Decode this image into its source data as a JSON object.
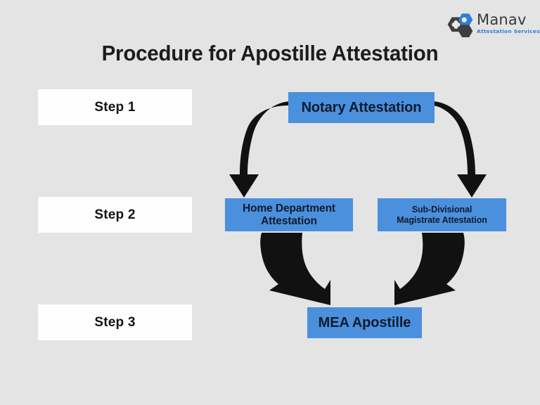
{
  "slide": {
    "background_color": "#e4e4e4",
    "title": "Procedure for Apostille Attestation",
    "title_color": "#1c1c1c",
    "accent_color": "#4a90dd",
    "box_text_color": "#111a2e",
    "step_box_color": "#fefefe",
    "arrow_color": "#111111"
  },
  "logo": {
    "name": "Manav",
    "tagline": "Attestation Services",
    "mark_name": "manav-hexagon-logo-icon",
    "mark_dark_color": "#3f3f3f",
    "mark_blue_color": "#2f7fd1",
    "name_color": "#3a3a3a",
    "tagline_color": "#2f7fd1"
  },
  "steps": [
    {
      "id": "step-1",
      "label": "Step 1"
    },
    {
      "id": "step-2",
      "label": "Step 2"
    },
    {
      "id": "step-3",
      "label": "Step 3"
    }
  ],
  "flow": {
    "notary": {
      "label": "Notary Attestation"
    },
    "home_department": {
      "line1": "Home Department",
      "line2": "Attestation"
    },
    "sub_divisional": {
      "line1": "Sub-Divisional",
      "line2": "Magistrate  Attestation"
    },
    "mea": {
      "label": "MEA Apostille"
    }
  },
  "arrows": [
    {
      "name": "arrow-notary-to-home",
      "from": "Notary Attestation",
      "to": "Home Department Attestation",
      "direction": "down-left"
    },
    {
      "name": "arrow-notary-to-sdm",
      "from": "Notary Attestation",
      "to": "Sub-Divisional Magistrate Attestation",
      "direction": "down-right"
    },
    {
      "name": "arrow-home-to-mea",
      "from": "Home Department Attestation",
      "to": "MEA Apostille",
      "direction": "down-right"
    },
    {
      "name": "arrow-sdm-to-mea",
      "from": "Sub-Divisional Magistrate Attestation",
      "to": "MEA Apostille",
      "direction": "down-left"
    }
  ]
}
